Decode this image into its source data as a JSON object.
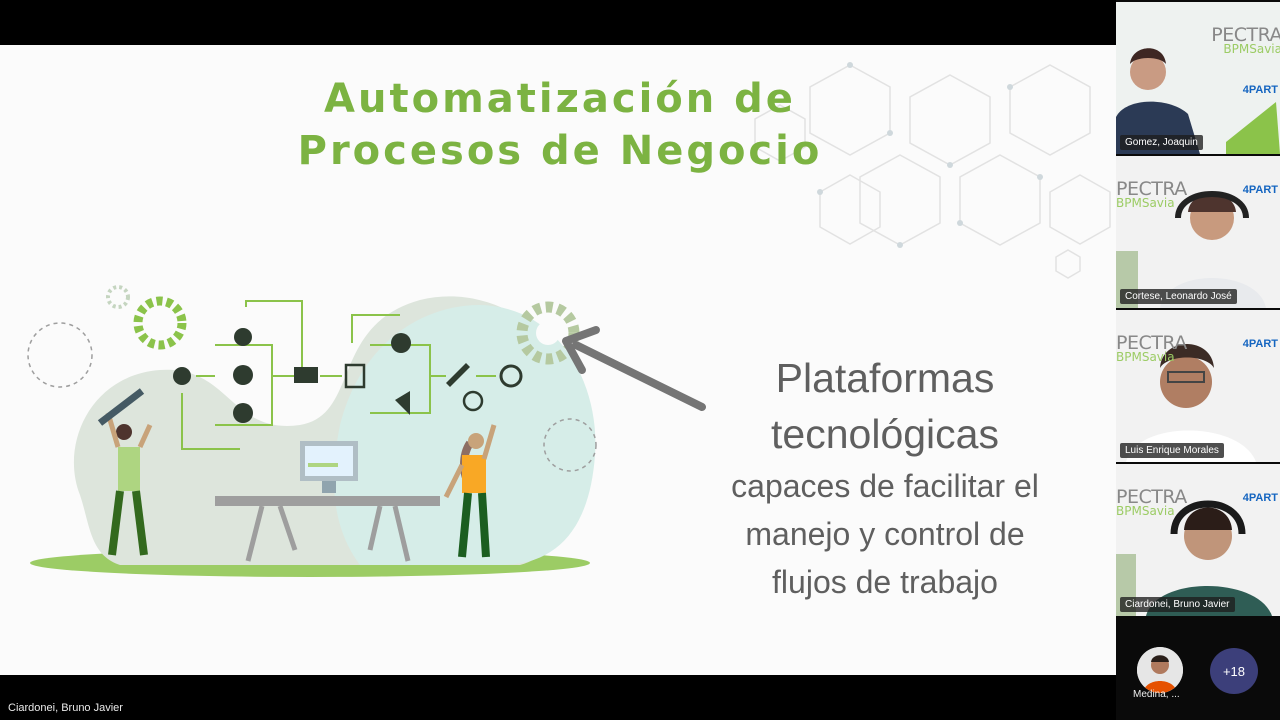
{
  "slide": {
    "title_line1": "Automatización de",
    "title_line2": "Procesos de Negocio",
    "main_line1": "Plataformas",
    "main_line2": "tecnológicas",
    "sub_line1": "capaces de facilitar el",
    "sub_line2": "manejo y control de",
    "sub_line3": "flujos de trabajo",
    "accent_color": "#7cb342",
    "text_color": "#5f5f5f"
  },
  "presenter_name": "Ciardonei, Bruno Javier",
  "participants": [
    {
      "name": "Gomez, Joaquin",
      "brand": "PECTRA",
      "sub_brand": "BPMSavia",
      "logo": "4PART"
    },
    {
      "name": "Cortese, Leonardo José",
      "brand": "PECTRA",
      "sub_brand": "BPMSavia",
      "logo": "4PART"
    },
    {
      "name": "Luis Enrique Morales",
      "brand": "PECTRA",
      "sub_brand": "BPMSavia",
      "logo": "4PART"
    },
    {
      "name": "Ciardonei, Bruno Javier",
      "brand": "PECTRA",
      "sub_brand": "BPMSavia",
      "logo": "4PART"
    }
  ],
  "extra_participant": {
    "name": "Medina, ..."
  },
  "more_count": "+18"
}
